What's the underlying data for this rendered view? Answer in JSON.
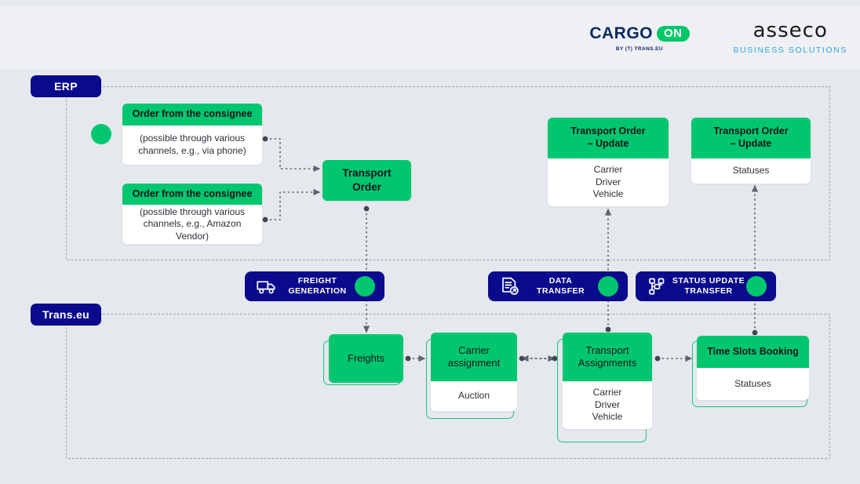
{
  "header": {
    "cargoon": {
      "word": "CARGO",
      "badge": "ON",
      "byline": "BY (T) TRANS.EU"
    },
    "asseco": {
      "word": "asseco",
      "subtitle": "BUSINESS SOLUTIONS"
    }
  },
  "lanes": [
    {
      "id": "erp",
      "label": "ERP"
    },
    {
      "id": "trans",
      "label": "Trans.eu"
    }
  ],
  "erp_row": {
    "order_1": {
      "title": "Order from the consignee",
      "body": "(possible through various channels, e.g., via phone)"
    },
    "order_2": {
      "title": "Order from the consignee",
      "body": "(possible through various channels, e.g., Amazon Vendor)"
    },
    "transport_order": {
      "title": "Transport\nOrder"
    },
    "update_carrier": {
      "title": "Transport Order\n– Update",
      "lines": [
        "Carrier",
        "Driver",
        "Vehicle"
      ]
    },
    "update_statuses": {
      "title": "Transport Order\n– Update",
      "lines": [
        "Statuses"
      ]
    }
  },
  "pills": [
    {
      "id": "freight-generation",
      "label": "FREIGHT\nGENERATION",
      "icon": "truck-icon"
    },
    {
      "id": "data-transfer",
      "label": "DATA\nTRANSFER",
      "icon": "document-transfer-icon"
    },
    {
      "id": "status-update-transfer",
      "label": "STATUS UPDATE\nTRANSFER",
      "icon": "node-network-icon"
    }
  ],
  "trans_row": {
    "freights": {
      "title": "Freights"
    },
    "carrier_assignment": {
      "title": "Carrier\nassignment",
      "body": "Auction"
    },
    "transport_assignments": {
      "title": "Transport\nAssignments",
      "lines": [
        "Carrier",
        "Driver",
        "Vehicle"
      ]
    },
    "time_slots_booking": {
      "title": "Time Slots Booking",
      "body": "Statuses"
    }
  },
  "colors": {
    "page_background": "#e5e8ed",
    "header_background": "#eff0f3",
    "brand_blue": "#0a0a8c",
    "brand_green": "#00c76f",
    "stack_outline": "#16c77a",
    "wire": "#5c6472",
    "lane_border": "#9aa3b0",
    "asseco_accent": "#29a8e0"
  }
}
